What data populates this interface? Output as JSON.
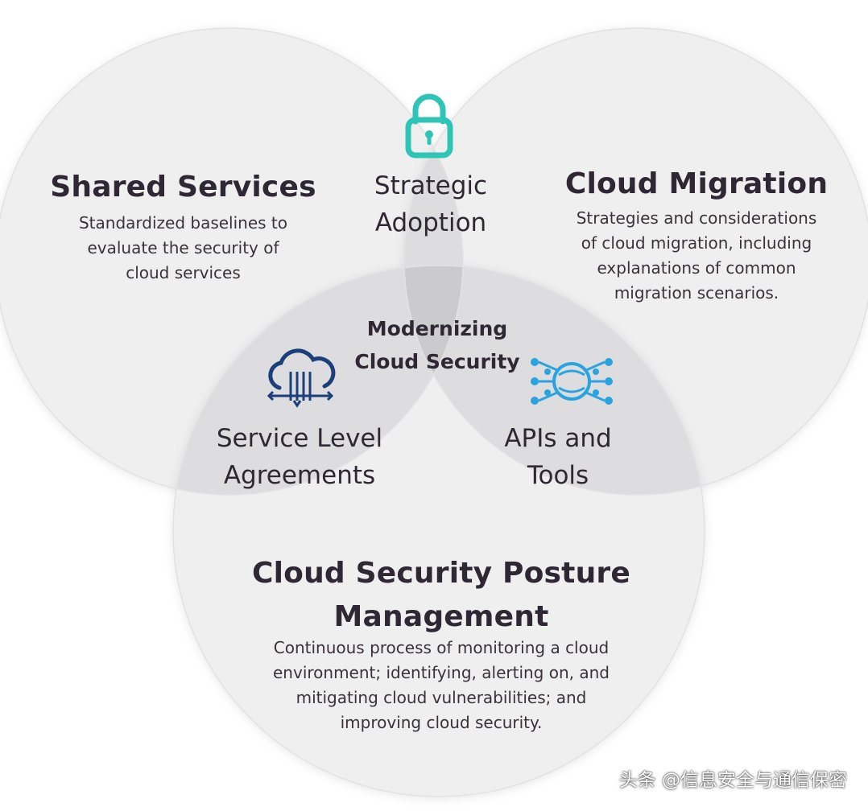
{
  "colors": {
    "circle_fill": "#eeeeef",
    "overlap_pair": "#dcdcde",
    "overlap_center": "#c9c9cb",
    "text": "#2f2733",
    "lock_icon": "#2ec5b7",
    "cloud_icon": "#1b3f7a",
    "api_icon": "#29a4df"
  },
  "circles": {
    "shared_services": {
      "title": "Shared Services",
      "lines": [
        "Standardized baselines to",
        "evaluate the security of",
        "cloud services"
      ]
    },
    "cloud_migration": {
      "title": "Cloud Migration",
      "lines": [
        "Strategies and considerations",
        "of cloud migration, including",
        "explanations of common",
        "migration scenarios."
      ]
    },
    "cspm": {
      "title_lines": [
        "Cloud Security Posture",
        "Management"
      ],
      "lines": [
        "Continuous process of monitoring a cloud",
        "environment; identifying, alerting on, and",
        "mitigating cloud vulnerabilities; and",
        "improving cloud security."
      ]
    }
  },
  "intersections": {
    "strategic_adoption": {
      "lines": [
        "Strategic",
        "Adoption"
      ],
      "icon": "lock-icon"
    },
    "service_level_agreements": {
      "lines": [
        "Service Level",
        "Agreements"
      ],
      "icon": "cloud-network-icon"
    },
    "apis_and_tools": {
      "lines": [
        "APIs and",
        "Tools"
      ],
      "icon": "api-network-icon"
    }
  },
  "center": {
    "lines": [
      "Modernizing",
      "Cloud Security"
    ]
  },
  "watermark": "头条 @信息安全与通信保密"
}
